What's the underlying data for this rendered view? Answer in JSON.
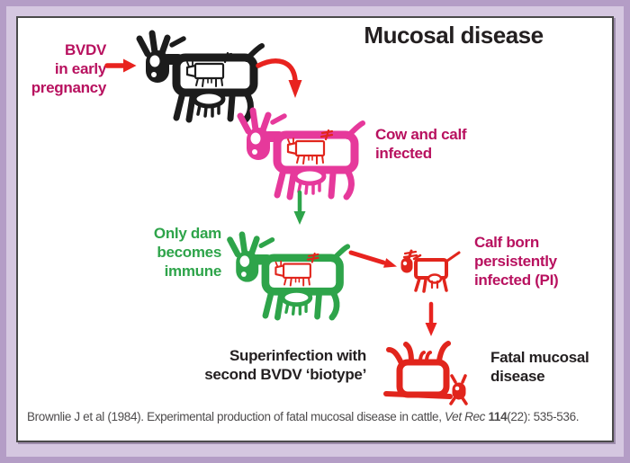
{
  "title": "Mucosal disease",
  "colors": {
    "page_border": "#b49dc6",
    "page_background": "#d5c7e0",
    "panel_background": "#ffffff",
    "panel_border": "#4a4a4a",
    "title_text": "#231f20",
    "magenta_text": "#b8115f",
    "green": "#2ea44a",
    "red": "#e8231f",
    "pink_cow": "#e6399b",
    "black_cow": "#1c1c1c",
    "red_cow": "#e1251c",
    "citation_text": "#4d4b4c"
  },
  "labels": {
    "bvdv": {
      "line1": "BVDV",
      "line2": "in early",
      "line3": "pregnancy"
    },
    "cow_and_calf": {
      "line1": "Cow and calf",
      "line2": "infected"
    },
    "only_dam": {
      "line1": "Only dam",
      "line2": "becomes",
      "line3": "immune"
    },
    "calf_born": {
      "line1": "Calf born",
      "line2": "persistently",
      "line3": "infected (PI)"
    },
    "superinfection": {
      "line1": "Superinfection with",
      "line2": "second BVDV ‘biotype’"
    },
    "fatal": {
      "line1": "Fatal mucosal",
      "line2": "disease"
    }
  },
  "cows": {
    "dam_early_pregnancy": {
      "icon": "pregnant-cow-icon",
      "color": "#1c1c1c",
      "calf_color": "#1c1c1c"
    },
    "dam_infected": {
      "icon": "pregnant-cow-icon",
      "color": "#e6399b",
      "calf_color": "#e1251c"
    },
    "dam_immune": {
      "icon": "pregnant-cow-icon",
      "color": "#2ea44a",
      "calf_color": "#e1251c"
    },
    "pi_calf": {
      "icon": "calf-icon",
      "color": "#e1251c"
    },
    "dead_cow": {
      "icon": "dead-cow-icon",
      "color": "#e1251c"
    }
  },
  "arrows": {
    "infection_arrow": {
      "icon": "arrow-right-icon",
      "color": "#e8231f"
    },
    "to_infected_arrow": {
      "icon": "arrow-curved-down-icon",
      "color": "#e8231f"
    },
    "to_immune_arrow": {
      "icon": "arrow-down-icon",
      "color": "#2ea44a"
    },
    "to_pi_calf_arrow": {
      "icon": "arrow-right-down-icon",
      "color": "#e8231f"
    },
    "to_fatal_arrow": {
      "icon": "arrow-down-icon",
      "color": "#e8231f"
    }
  },
  "citation": {
    "prefix": "Brownlie J et al (1984). Experimental production of fatal mucosal disease in cattle, ",
    "journal": "Vet Rec",
    "volume": " 114",
    "suffix": "(22): 535-536."
  }
}
